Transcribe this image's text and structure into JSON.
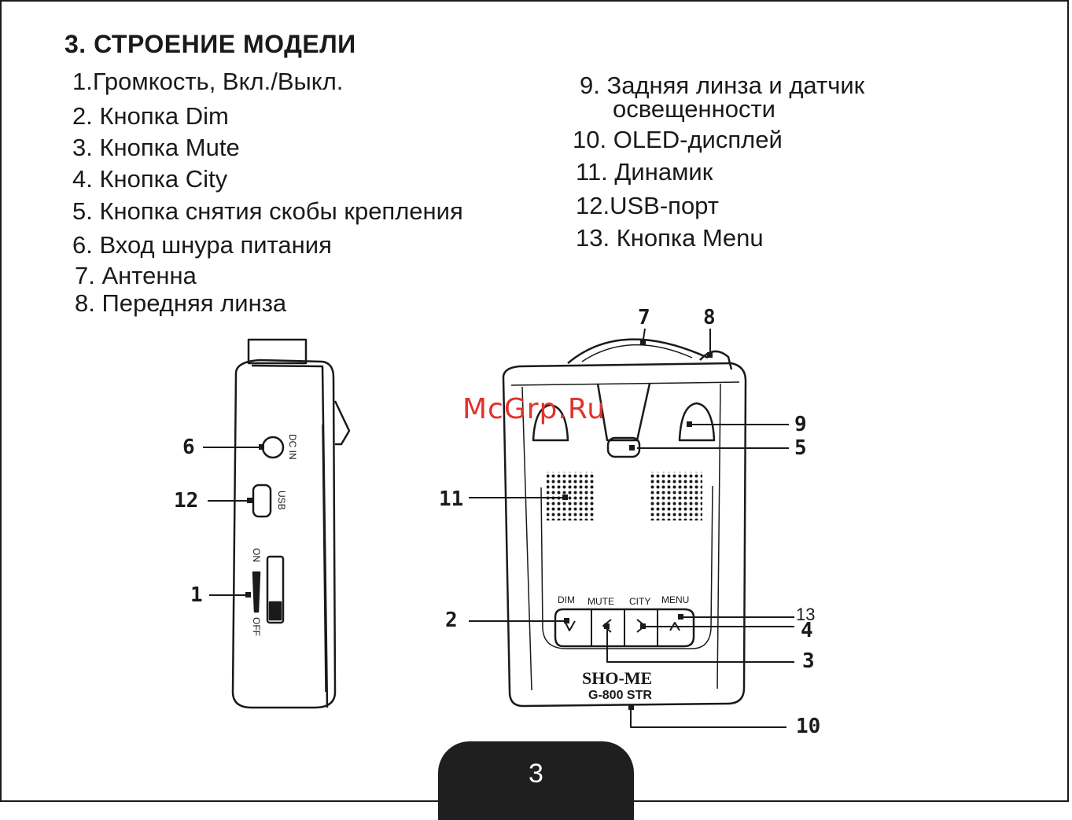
{
  "title": "3. СТРОЕНИЕ МОДЕЛИ",
  "items_left": [
    "1.Громкость, Вкл./Выкл.",
    "2. Кнопка Dim",
    "3. Кнопка Mute",
    "4. Кнопка City",
    "5. Кнопка снятия скобы крепления",
    "6. Вход шнура питания",
    "7. Антенна",
    "8. Передняя линза"
  ],
  "items_right": {
    "item9_line1": "9. Задняя линза и датчик",
    "item9_line2": "освещенности",
    "item10": "10. OLED-дисплей",
    "item11": "11. Динамик",
    "item12": "12.USB-порт",
    "item13": "13. Кнопка Menu"
  },
  "watermark": "McGrp.Ru",
  "page_number": "3",
  "diagram": {
    "callouts": {
      "c1": "1",
      "c2": "2",
      "c3": "3",
      "c4": "4",
      "c5": "5",
      "c6": "6",
      "c7": "7",
      "c8": "8",
      "c9": "9",
      "c10": "10",
      "c11": "11",
      "c12": "12",
      "c13": "13"
    },
    "side_labels": {
      "dcin": "DC IN",
      "usb": "USB",
      "on": "ON",
      "off": "OFF"
    },
    "button_labels": {
      "dim": "DIM",
      "mute": "MUTE",
      "city": "CITY",
      "menu": "MENU"
    },
    "brand": "SHO-ME",
    "model": "G-800 STR"
  }
}
